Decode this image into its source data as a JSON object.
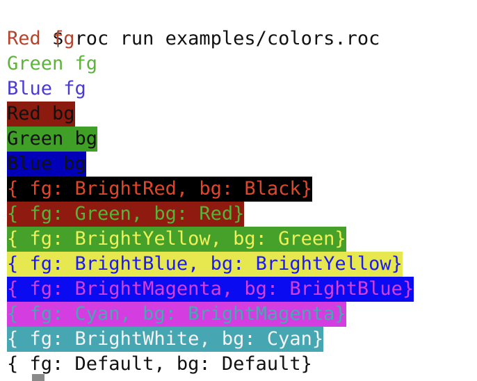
{
  "terminal": {
    "command": "$ roc run examples/colors.roc",
    "lines": [
      {
        "text": "Red fg",
        "fg": "#b4442b",
        "bg": "transparent"
      },
      {
        "text": "Green fg",
        "fg": "#5fb33c",
        "bg": "transparent"
      },
      {
        "text": "Blue fg",
        "fg": "#4b3ad3",
        "bg": "transparent"
      },
      {
        "text": "Red bg",
        "fg": "#111111",
        "bg": "#8b1b0f"
      },
      {
        "text": "Green bg",
        "fg": "#111111",
        "bg": "#3f9f27"
      },
      {
        "text": "Blue bg",
        "fg": "#111111",
        "bg": "#0000b8"
      },
      {
        "text": "{ fg: BrightRed, bg: Black}",
        "fg": "#e0472a",
        "bg": "#000000"
      },
      {
        "text": "{ fg: Green, bg: Red}",
        "fg": "#58b33a",
        "bg": "#8f1a10"
      },
      {
        "text": "{ fg: BrightYellow, bg: Green}",
        "fg": "#eef159",
        "bg": "#46a12b"
      },
      {
        "text": "{ fg: BrightBlue, bg: BrightYellow}",
        "fg": "#1b1bf0",
        "bg": "#e7e84f"
      },
      {
        "text": "{ fg: BrightMagenta, bg: BrightBlue}",
        "fg": "#d43fe0",
        "bg": "#0b0bf2"
      },
      {
        "text": "{ fg: Cyan, bg: BrightMagenta}",
        "fg": "#47a7b2",
        "bg": "#d43de0"
      },
      {
        "text": "{ fg: BrightWhite, bg: Cyan}",
        "fg": "#f4f4f4",
        "bg": "#46a6b1"
      },
      {
        "text": "{ fg: Default, bg: Default}",
        "fg": "#111111",
        "bg": "transparent"
      }
    ],
    "cursor_color": "#8a8a8a"
  }
}
